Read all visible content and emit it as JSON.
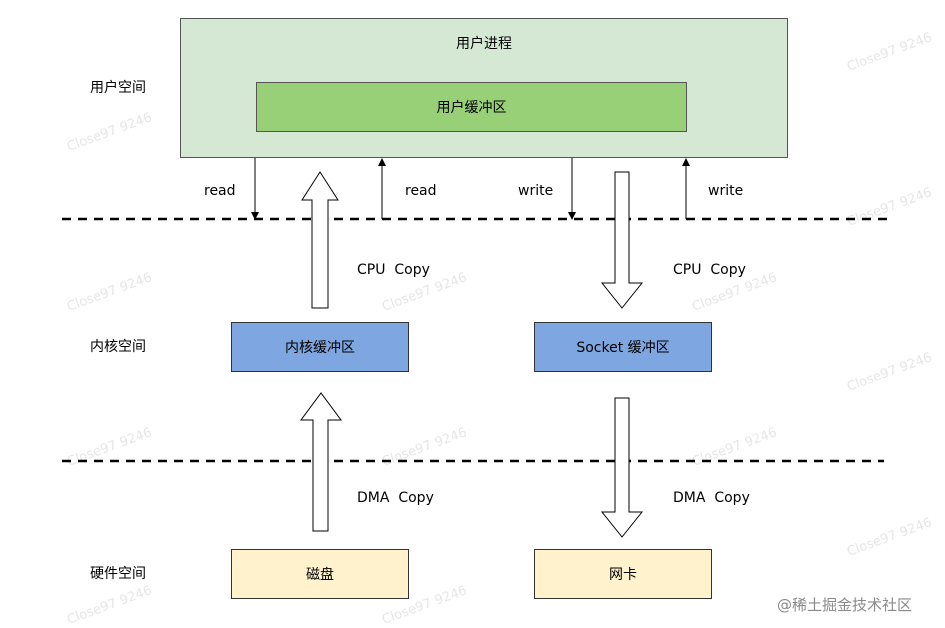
{
  "regions": {
    "user_space": "用户空间",
    "kernel_space": "内核空间",
    "hardware_space": "硬件空间"
  },
  "boxes": {
    "user_process": "用户进程",
    "user_buffer": "用户缓冲区",
    "kernel_buffer": "内核缓冲区",
    "socket_buffer": "Socket 缓冲区",
    "disk": "磁盘",
    "nic": "网卡"
  },
  "edges": {
    "read_down": "read",
    "read_up": "read",
    "write_down": "write",
    "write_up": "write",
    "cpu_copy_left": "CPU  Copy",
    "cpu_copy_right": "CPU  Copy",
    "dma_copy_left": "DMA  Copy",
    "dma_copy_right": "DMA  Copy"
  },
  "watermark": "Close97 9246",
  "site_mark": "@稀土掘金技术社区",
  "colors": {
    "user_process": "#d5e8d4",
    "user_buffer": "#97d077",
    "kernel": "#7ea6e0",
    "hardware": "#fff2cc"
  }
}
